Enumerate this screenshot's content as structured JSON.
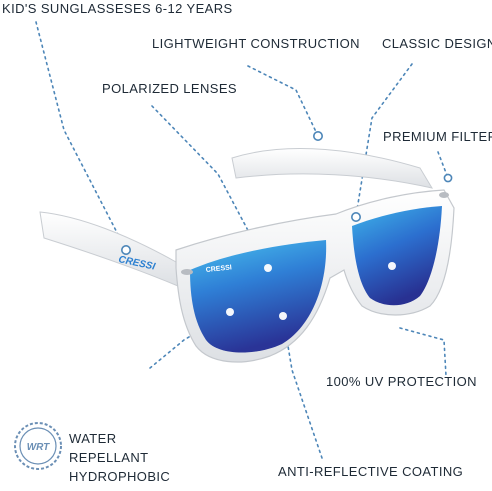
{
  "callouts": {
    "kids": "KID'S SUNGLASSESES 6-12 YEARS",
    "lightweight": "LIGHTWEIGHT CONSTRUCTION",
    "classic": "CLASSIC DESIGN",
    "polarized": "POLARIZED LENSES",
    "filter": "PREMIUM FILTER",
    "uv": "100% UV PROTECTION",
    "water": [
      "WATER",
      "REPELLANT",
      "HYDROPHOBIC"
    ],
    "anti_reflective": "ANTI-REFLECTIVE COATING"
  },
  "product": {
    "brand_left": "CRESSI",
    "brand_lens": "CRESSI",
    "badge_text": "WRT"
  },
  "colors": {
    "text": "#1e2a36",
    "dotted_line": "#4d86b8",
    "frame": "#f3f4f6",
    "brand": "#2a7fd0",
    "lens_top": "#3fa9e6",
    "lens_bottom": "#2b3a9e"
  }
}
